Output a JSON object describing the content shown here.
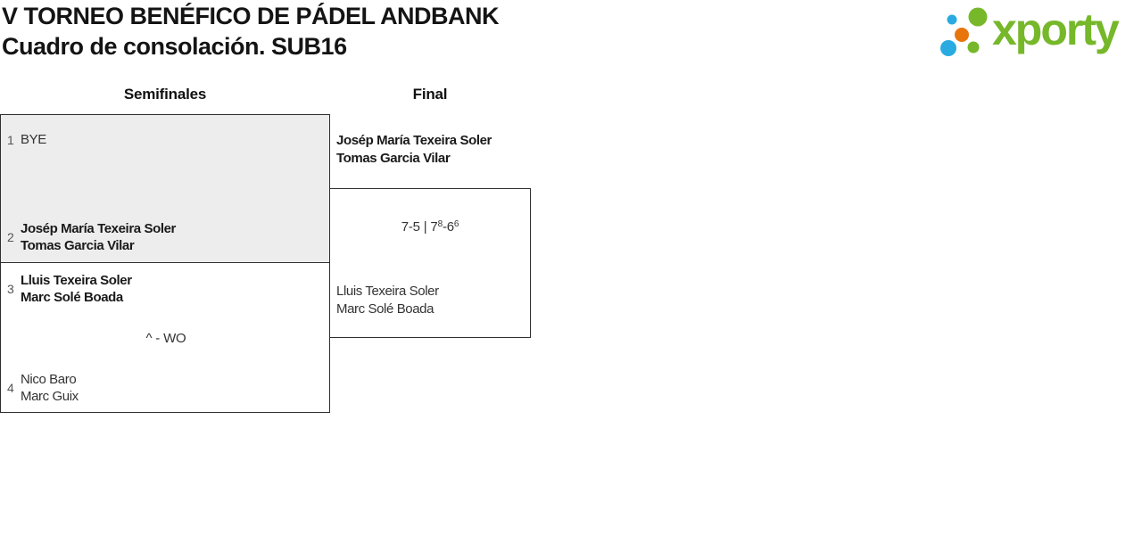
{
  "header": {
    "title_line1": "V TORNEO BENÉFICO DE PÁDEL ANDBANK",
    "title_line2": "Cuadro de consolación. SUB16",
    "logo_text": "xporty"
  },
  "colors": {
    "logo_green": "#76b82a",
    "logo_blue": "#29abe2",
    "logo_orange": "#e8750c",
    "box_shaded_bg": "#ededed",
    "box_border": "#2e2e2e"
  },
  "bracket": {
    "round_labels": [
      "Semifinales",
      "Final"
    ],
    "semifinal_1": {
      "team1": {
        "seed": "1",
        "player1": "BYE"
      },
      "team2": {
        "seed": "2",
        "player1": "Josép María Texeira Soler",
        "player2": "Tomas Garcia Vilar"
      }
    },
    "semifinal_2": {
      "team1": {
        "seed": "3",
        "player1": "Lluis Texeira Soler",
        "player2": "Marc Solé Boada"
      },
      "score_note": "^ - WO",
      "team2": {
        "seed": "4",
        "player1": "Nico Baro",
        "player2": "Marc Guix"
      }
    },
    "final": {
      "team1": {
        "player1": "Josép María Texeira Soler",
        "player2": "Tomas Garcia Vilar"
      },
      "score_parts": [
        {
          "t": "7-5 | 7"
        },
        {
          "t": "8",
          "sup": true
        },
        {
          "t": "-6"
        },
        {
          "t": "6",
          "sup": true
        }
      ],
      "team2": {
        "player1": "Lluis Texeira Soler",
        "player2": "Marc Solé Boada"
      }
    }
  }
}
